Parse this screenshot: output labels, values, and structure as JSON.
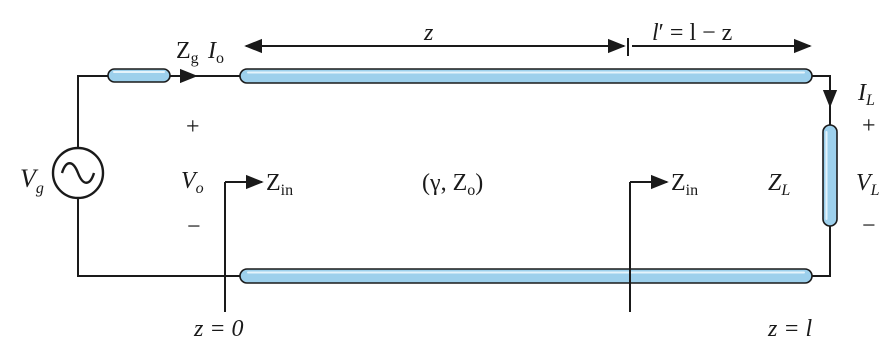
{
  "labels": {
    "z_dim": "z",
    "l_prime_l": "l",
    "l_prime_rest": "′ = l − z",
    "zg": "Z",
    "zg_sub": "g",
    "io": "I",
    "io_sub": "o",
    "il": "I",
    "il_sub": "L",
    "plus": "+",
    "minus": "−",
    "vg": "V",
    "vg_sub": "g",
    "vo": "V",
    "vo_sub": "o",
    "zin": "Z",
    "zin_sub": "in",
    "line_params": "(γ, Z",
    "line_params_sub": "o",
    "line_params_close": ")",
    "zl": "Z",
    "zl_sub": "L",
    "vl": "V",
    "vl_sub": "L",
    "z0": "z = 0",
    "zl_end": "z = l"
  }
}
